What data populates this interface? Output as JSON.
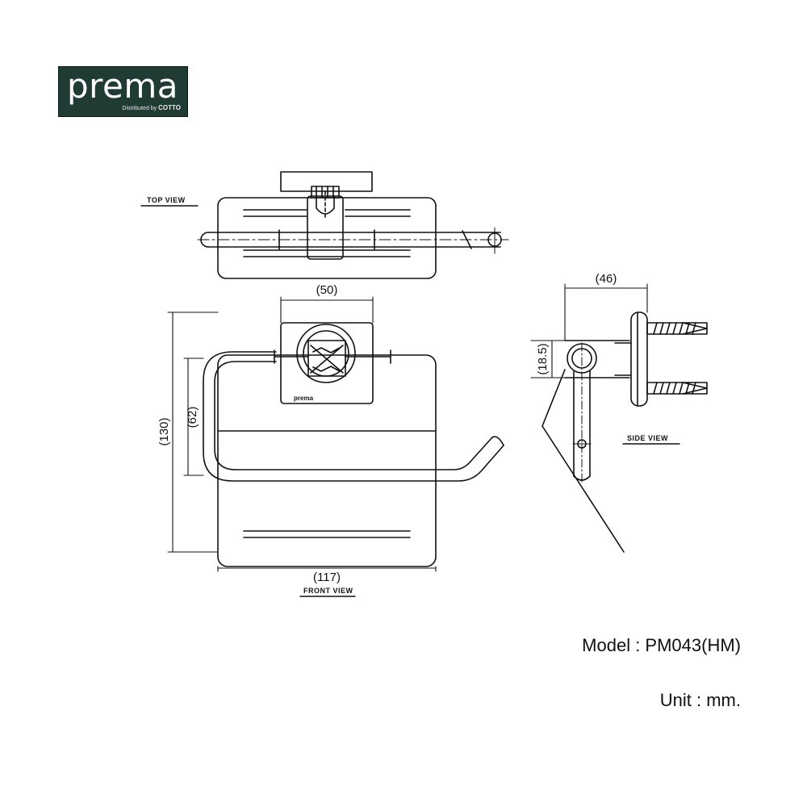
{
  "logo": {
    "brand": "prema",
    "tagline": "Distributed by",
    "tagline_brand": "COTTO",
    "colors": {
      "background": "#1f3b33",
      "text": "#ffffff"
    }
  },
  "views": {
    "top": "TOP VIEW",
    "front": "FRONT VIEW",
    "side": "SIDE VIEW"
  },
  "dimensions": {
    "top_width": "(50)",
    "height": "(130)",
    "inner_height": "(62)",
    "width": "(117)",
    "depth": "(46)",
    "rod": "(18.5)"
  },
  "plate_mark": "prema",
  "info": {
    "model_label": "Model",
    "model_value": "PM043(HM)",
    "unit_label": "Unit",
    "unit_value": "mm."
  }
}
